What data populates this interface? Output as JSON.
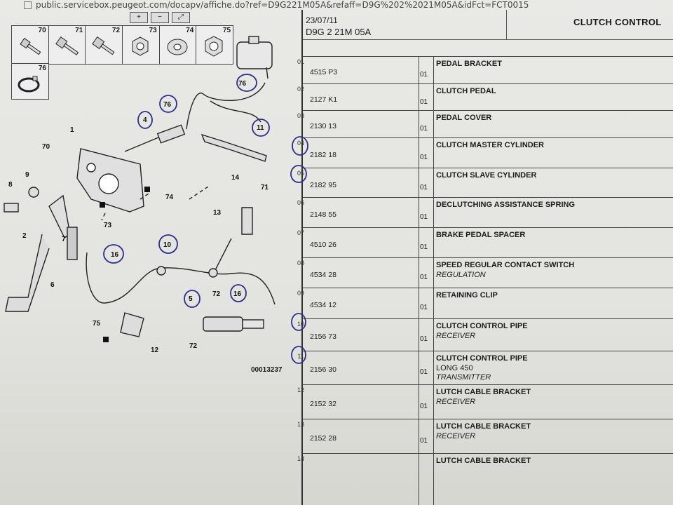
{
  "browser": {
    "url": "public.servicebox.peugeot.com/docapv/affiche.do?ref=D9G221M05A&refaff=D9G%202%2021M05A&idFct=FCT0015"
  },
  "toolbar": {
    "zoom_in": "+",
    "zoom_out": "−",
    "fit": "⤢"
  },
  "diagram": {
    "drawing_number": "00013237",
    "strip_parts": [
      "70",
      "71",
      "72",
      "73",
      "74",
      "75"
    ],
    "extra_part": "76",
    "callouts": [
      "1",
      "2",
      "4",
      "5",
      "6",
      "7",
      "8",
      "9",
      "10",
      "11",
      "12",
      "13",
      "14",
      "16",
      "16",
      "70",
      "71",
      "72",
      "72",
      "73",
      "74",
      "75",
      "76",
      "76"
    ]
  },
  "sheet": {
    "date": "23/07/11",
    "ref": "D9G 2 21M 05A",
    "title": "CLUTCH CONTROL"
  },
  "rows": [
    {
      "idx": "01",
      "ref": "4515 P3",
      "qty": "01",
      "desc": "PEDAL BRACKET",
      "sub": ""
    },
    {
      "idx": "02",
      "ref": "2127 K1",
      "qty": "01",
      "desc": "CLUTCH PEDAL",
      "sub": ""
    },
    {
      "idx": "03",
      "ref": "2130 13",
      "qty": "01",
      "desc": "PEDAL COVER",
      "sub": ""
    },
    {
      "idx": "04",
      "ref": "2182 18",
      "qty": "01",
      "desc": "CLUTCH MASTER CYLINDER",
      "sub": ""
    },
    {
      "idx": "05",
      "ref": "2182 95",
      "qty": "01",
      "desc": "CLUTCH SLAVE CYLINDER",
      "sub": ""
    },
    {
      "idx": "06",
      "ref": "2148 55",
      "qty": "01",
      "desc": "DECLUTCHING ASSISTANCE SPRING",
      "sub": ""
    },
    {
      "idx": "07",
      "ref": "4510 26",
      "qty": "01",
      "desc": "BRAKE PEDAL SPACER",
      "sub": ""
    },
    {
      "idx": "08",
      "ref": "4534 28",
      "qty": "01",
      "desc": "SPEED REGULAR CONTACT SWITCH",
      "sub": "REGULATION"
    },
    {
      "idx": "09",
      "ref": "4534 12",
      "qty": "01",
      "desc": "RETAINING CLIP",
      "sub": ""
    },
    {
      "idx": "10",
      "ref": "2156 73",
      "qty": "01",
      "desc": "CLUTCH CONTROL PIPE",
      "sub": "RECEIVER"
    },
    {
      "idx": "11",
      "ref": "2156 30",
      "qty": "01",
      "desc": "CLUTCH CONTROL PIPE",
      "sub": "LONG 450",
      "sub2": "TRANSMITTER"
    },
    {
      "idx": "12",
      "ref": "2152 32",
      "qty": "01",
      "desc": "LUTCH CABLE BRACKET",
      "sub": "RECEIVER"
    },
    {
      "idx": "13",
      "ref": "2152 28",
      "qty": "01",
      "desc": "LUTCH CABLE BRACKET",
      "sub": "RECEIVER"
    },
    {
      "idx": "14",
      "ref": "",
      "qty": "",
      "desc": "LUTCH CABLE BRACKET",
      "sub": ""
    }
  ]
}
